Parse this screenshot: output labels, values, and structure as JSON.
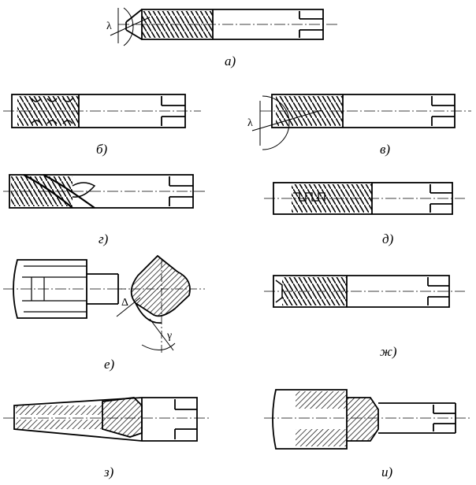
{
  "figures": [
    {
      "id": "a",
      "label": "а)",
      "symbols": [
        "λ"
      ]
    },
    {
      "id": "b",
      "label": "б)",
      "symbols": []
    },
    {
      "id": "v",
      "label": "в)",
      "symbols": [
        "λ"
      ]
    },
    {
      "id": "g",
      "label": "г)",
      "symbols": []
    },
    {
      "id": "d",
      "label": "д)",
      "symbols": []
    },
    {
      "id": "e",
      "label": "е)",
      "symbols": [
        "Δ",
        "γ"
      ]
    },
    {
      "id": "zh",
      "label": "ж)",
      "symbols": []
    },
    {
      "id": "z",
      "label": "з)",
      "symbols": []
    },
    {
      "id": "i",
      "label": "и)",
      "symbols": []
    }
  ],
  "colors": {
    "ink": "#000000",
    "paper": "#ffffff"
  }
}
